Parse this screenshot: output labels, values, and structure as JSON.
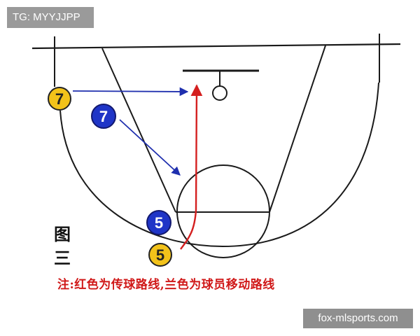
{
  "watermark_top": "TG: MYYJJPP",
  "watermark_bottom": "fox-mlsports.com",
  "figure_label": "图三",
  "note": "注:红色为传球路线,兰色为球员移动路线",
  "players": [
    {
      "id": "yellow-7",
      "number": "7",
      "color": "#f2c21a",
      "text_color": "#222222"
    },
    {
      "id": "blue-7",
      "number": "7",
      "color": "#1f35c7",
      "text_color": "#ffffff"
    },
    {
      "id": "blue-5",
      "number": "5",
      "color": "#1f35c7",
      "text_color": "#ffffff"
    },
    {
      "id": "yellow-5",
      "number": "5",
      "color": "#f2c21a",
      "text_color": "#222222"
    }
  ],
  "colors": {
    "court_line": "#1a1a1a",
    "pass_line": "#d41f1f",
    "move_line": "#1f2fae"
  }
}
